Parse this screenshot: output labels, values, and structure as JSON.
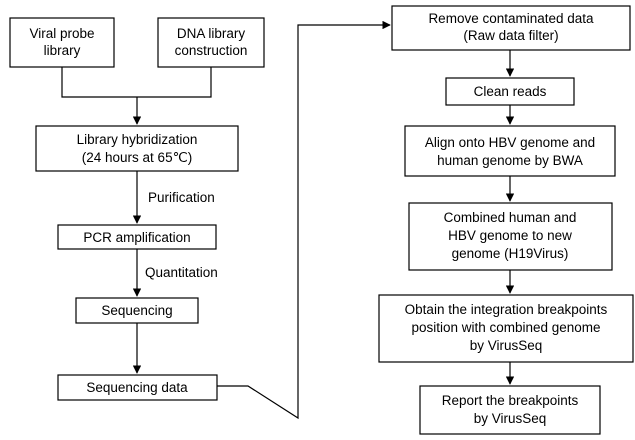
{
  "nodes": {
    "viral_probe": [
      "Viral probe",
      "library"
    ],
    "dna_library": [
      "DNA library",
      "construction"
    ],
    "hybridization": [
      "Library hybridization",
      "(24 hours at 65℃)"
    ],
    "pcr": [
      "PCR amplification"
    ],
    "sequencing": [
      "Sequencing"
    ],
    "sequencing_data": [
      "Sequencing data"
    ],
    "remove_contaminated": [
      "Remove contaminated data",
      "(Raw data filter)"
    ],
    "clean_reads": [
      "Clean reads"
    ],
    "align": [
      "Align onto HBV genome and",
      "human genome by BWA"
    ],
    "combined": [
      "Combined human and",
      "HBV genome to new",
      "genome (H19Virus)"
    ],
    "obtain": [
      "Obtain the integration breakpoints",
      "position with combined genome",
      "by VirusSeq"
    ],
    "report": [
      "Report the breakpoints",
      "by VirusSeq"
    ]
  },
  "edge_labels": {
    "purification": "Purification",
    "quantitation": "Quantitation"
  },
  "colors": {
    "line": "#000000",
    "box_fill": "#ffffff",
    "text": "#000000"
  }
}
